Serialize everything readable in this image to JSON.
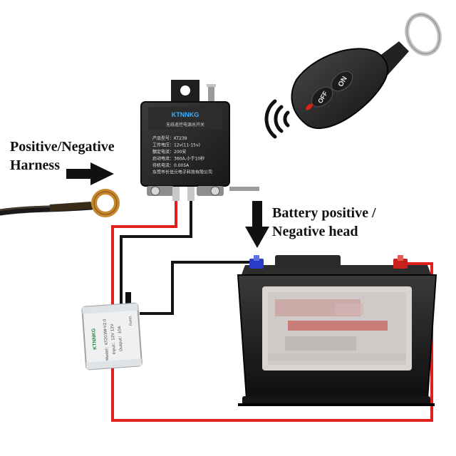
{
  "labels": {
    "harness": [
      "Positive/Negative",
      "Harness"
    ],
    "battery": [
      "Battery positive /",
      "Negative head"
    ]
  },
  "relay": {
    "brand": "KTNNKG",
    "subtitle": "无线遥控电源总开关",
    "specs": [
      "产品型号：KT239",
      "工作电压：12v(11-15v)",
      "额定电流：200安",
      "启动电流：360A,小于10秒",
      "待机电流：0.005A",
      "东莞市长佳元电子科技有限公司"
    ]
  },
  "receiver": {
    "brand": "KTNNKG",
    "lines": [
      "Model：KT203W-V2.0",
      "Input：12V 12V",
      "Output：10A"
    ],
    "cert": "RoHS"
  },
  "remote": {
    "buttons": [
      "ON",
      "OFF"
    ]
  },
  "colors": {
    "red_wire": "#e0201c",
    "black_wire": "#141414",
    "relay_body": "#2a2a2a",
    "battery_body": "#1c1c1c",
    "battery_label": "#d8d4d2",
    "positive_terminal": "#c8201c",
    "negative_terminal": "#2a3cc8"
  },
  "icons": [
    "arrow-right-icon",
    "arrow-down-icon",
    "wireless-signal-icon"
  ]
}
